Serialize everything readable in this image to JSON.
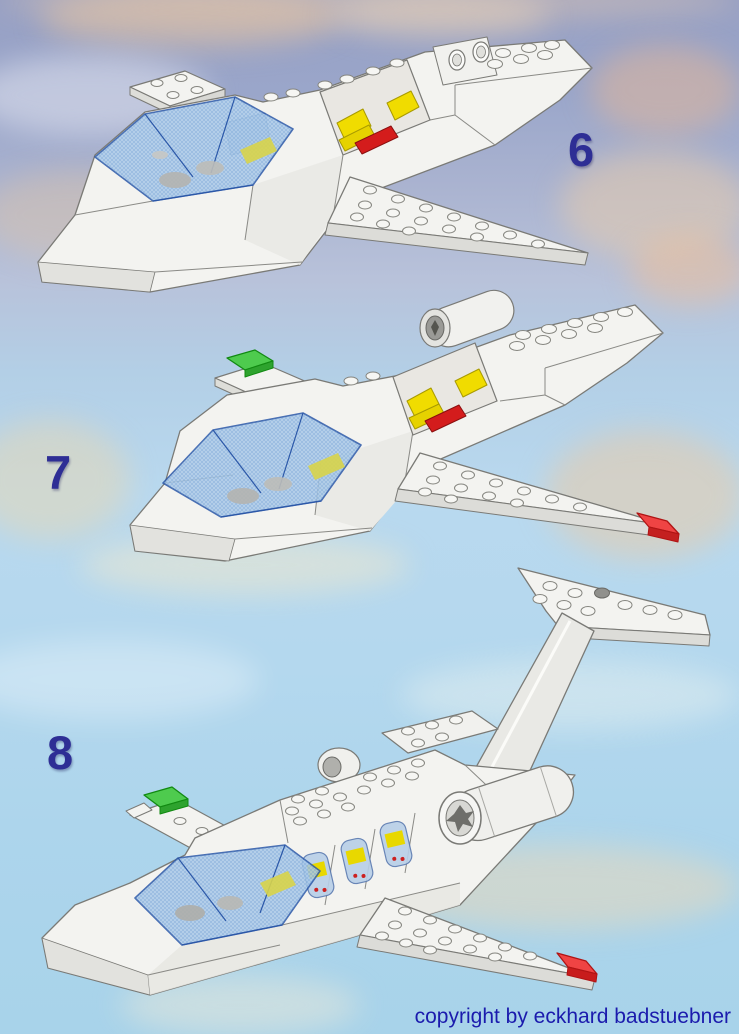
{
  "page": {
    "kind": "lego-building-instructions",
    "subject": "passenger jet airplane model, assembly steps"
  },
  "steps": [
    {
      "number": "6",
      "illustration": "jet-fuselage-with-cockpit-canopy-open-cabin-seats-and-wings"
    },
    {
      "number": "7",
      "illustration": "jet-with-top-engine-pod-green-left-wingtip-red-right-wingtip"
    },
    {
      "number": "8",
      "illustration": "completed-jet-with-tail-fin-tailplane-side-engines-cabin-windows"
    }
  ],
  "footer": {
    "copyright": "copyright by eckhard badstuebner"
  },
  "colors": {
    "step_number": "#2e2e95",
    "copyright_text": "#1b1bad",
    "sky_top": "#97a0c4",
    "sky_mid": "#b9d9ef",
    "sky_bottom": "#a8d3ea",
    "brick_white": "#f3f3f0",
    "brick_shade": "#e0e0dc",
    "brick_outline": "#7a7a76",
    "canopy_trans_blue": "#a8c8e8",
    "canopy_frame_blue": "#2b57a8",
    "seat_yellow": "#f0dc00",
    "brick_red": "#d41c1c",
    "wingtip_trans_green": "#4ecb4e",
    "wingtip_trans_red": "#ef4444",
    "turbine_gray": "#6e6e6a"
  }
}
